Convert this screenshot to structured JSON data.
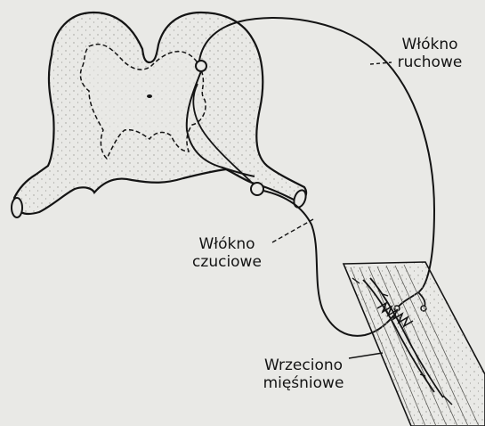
{
  "labels": {
    "motor_fiber": {
      "line1": "Włókno",
      "line2": "ruchowe"
    },
    "sensory_fiber": {
      "line1": "Włókno",
      "line2": "czuciowe"
    },
    "muscle_spindle": {
      "line1": "Wrzeciono",
      "line2": "mięśniowe"
    }
  },
  "colors": {
    "background": "#e9e9e6",
    "ink": "#141414",
    "stipple": "#9a9a96"
  }
}
